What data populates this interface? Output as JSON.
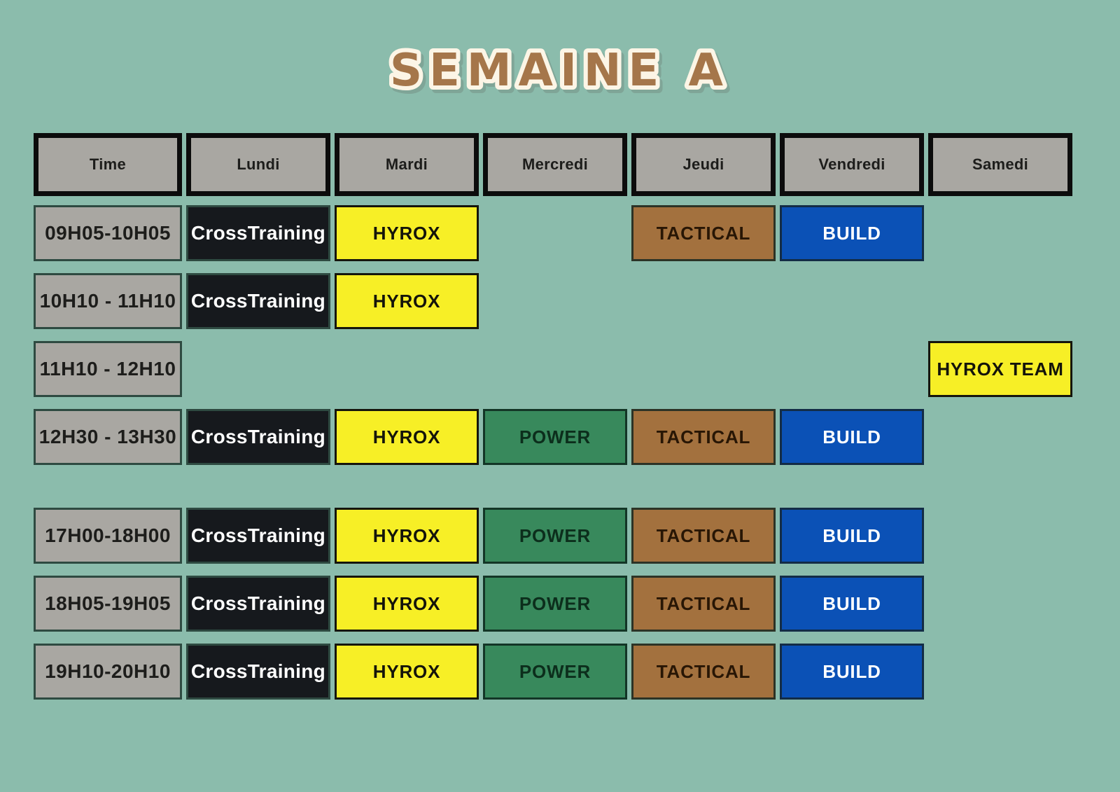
{
  "title": "SEMAINE A",
  "theme": {
    "background": "#8bbcac",
    "cell_gray": "#a9a7a2",
    "header_border": "#0c0c0c",
    "cell_border": "#2e4a41",
    "header_text": "#1d1d1b",
    "title_color": "#a5764a",
    "title_outline": "#fcf5e6",
    "activity_colors": {
      "crosstraining": {
        "bg": "#16191d",
        "text": "#ffffff"
      },
      "hyrox": {
        "bg": "#f7ef26",
        "text": "#14140a"
      },
      "power": {
        "bg": "#38895c",
        "text": "#0c2e1c"
      },
      "tactical": {
        "bg": "#a3713e",
        "text": "#281605"
      },
      "build": {
        "bg": "#0b51b6",
        "text": "#ffffff"
      }
    }
  },
  "table": {
    "headers": [
      "Time",
      "Lundi",
      "Mardi",
      "Mercredi",
      "Jeudi",
      "Vendredi",
      "Samedi"
    ],
    "rows": [
      {
        "time": "09H05-10H05",
        "cells": [
          {
            "col": 1,
            "type": "crosstraining",
            "label": "CrossTraining"
          },
          {
            "col": 2,
            "type": "hyrox",
            "label": "HYROX"
          },
          {
            "col": 4,
            "type": "tactical",
            "label": "TACTICAL"
          },
          {
            "col": 5,
            "type": "build",
            "label": "BUILD"
          }
        ]
      },
      {
        "time": "10H10 - 11H10",
        "cells": [
          {
            "col": 1,
            "type": "crosstraining",
            "label": "CrossTraining"
          },
          {
            "col": 2,
            "type": "hyrox",
            "label": "HYROX"
          }
        ]
      },
      {
        "time": "11H10 - 12H10",
        "cells": [
          {
            "col": 6,
            "type": "hyrox",
            "label": "HYROX TEAM"
          }
        ]
      },
      {
        "time": "12H30 - 13H30",
        "cells": [
          {
            "col": 1,
            "type": "crosstraining",
            "label": "CrossTraining"
          },
          {
            "col": 2,
            "type": "hyrox",
            "label": "HYROX"
          },
          {
            "col": 3,
            "type": "power",
            "label": "POWER"
          },
          {
            "col": 4,
            "type": "tactical",
            "label": "TACTICAL"
          },
          {
            "col": 5,
            "type": "build",
            "label": "BUILD"
          }
        ]
      },
      {
        "time": "17H00-18H00",
        "gap_before": true,
        "cells": [
          {
            "col": 1,
            "type": "crosstraining",
            "label": "CrossTraining"
          },
          {
            "col": 2,
            "type": "hyrox",
            "label": "HYROX"
          },
          {
            "col": 3,
            "type": "power",
            "label": "POWER"
          },
          {
            "col": 4,
            "type": "tactical",
            "label": "TACTICAL"
          },
          {
            "col": 5,
            "type": "build",
            "label": "BUILD"
          }
        ]
      },
      {
        "time": "18H05-19H05",
        "cells": [
          {
            "col": 1,
            "type": "crosstraining",
            "label": "CrossTraining"
          },
          {
            "col": 2,
            "type": "hyrox",
            "label": "HYROX"
          },
          {
            "col": 3,
            "type": "power",
            "label": "POWER"
          },
          {
            "col": 4,
            "type": "tactical",
            "label": "TACTICAL"
          },
          {
            "col": 5,
            "type": "build",
            "label": "BUILD"
          }
        ]
      },
      {
        "time": "19H10-20H10",
        "cells": [
          {
            "col": 1,
            "type": "crosstraining",
            "label": "CrossTraining"
          },
          {
            "col": 2,
            "type": "hyrox",
            "label": "HYROX"
          },
          {
            "col": 3,
            "type": "power",
            "label": "POWER"
          },
          {
            "col": 4,
            "type": "tactical",
            "label": "TACTICAL"
          },
          {
            "col": 5,
            "type": "build",
            "label": "BUILD"
          }
        ]
      }
    ]
  }
}
